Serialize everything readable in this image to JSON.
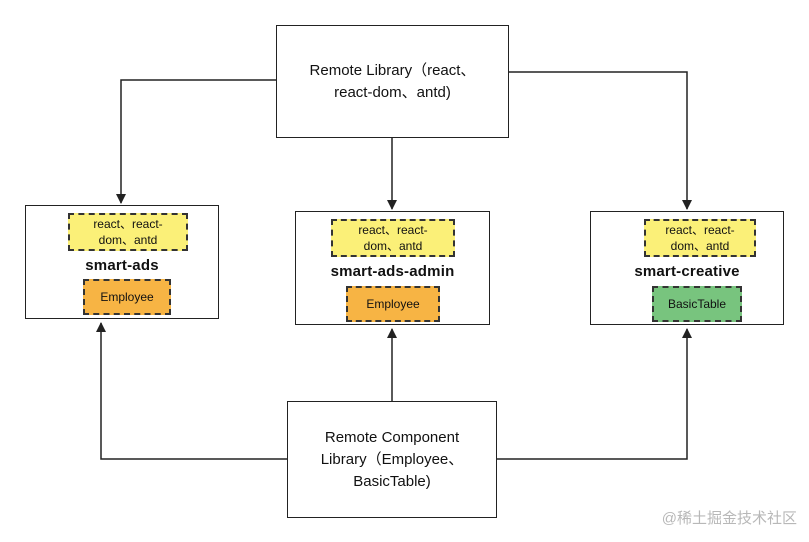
{
  "remote_library": {
    "line1": "Remote Library（react、",
    "line2": "react-dom、antd)"
  },
  "remote_component_library": {
    "line1": "Remote Component",
    "line2": "Library（Employee、",
    "line3": "BasicTable)"
  },
  "apps": [
    {
      "name": "smart-ads",
      "lib_line1": "react、react-",
      "lib_line2": "dom、antd",
      "component": "Employee"
    },
    {
      "name": "smart-ads-admin",
      "lib_line1": "react、react-",
      "lib_line2": "dom、antd",
      "component": "Employee"
    },
    {
      "name": "smart-creative",
      "lib_line1": "react、react-",
      "lib_line2": "dom、antd",
      "component": "BasicTable"
    }
  ],
  "colors": {
    "lib_tag": "#fbf078",
    "employee_tag": "#f7b444",
    "basictable_tag": "#78c47e",
    "border": "#222222"
  },
  "watermark": "@稀土掘金技术社区"
}
